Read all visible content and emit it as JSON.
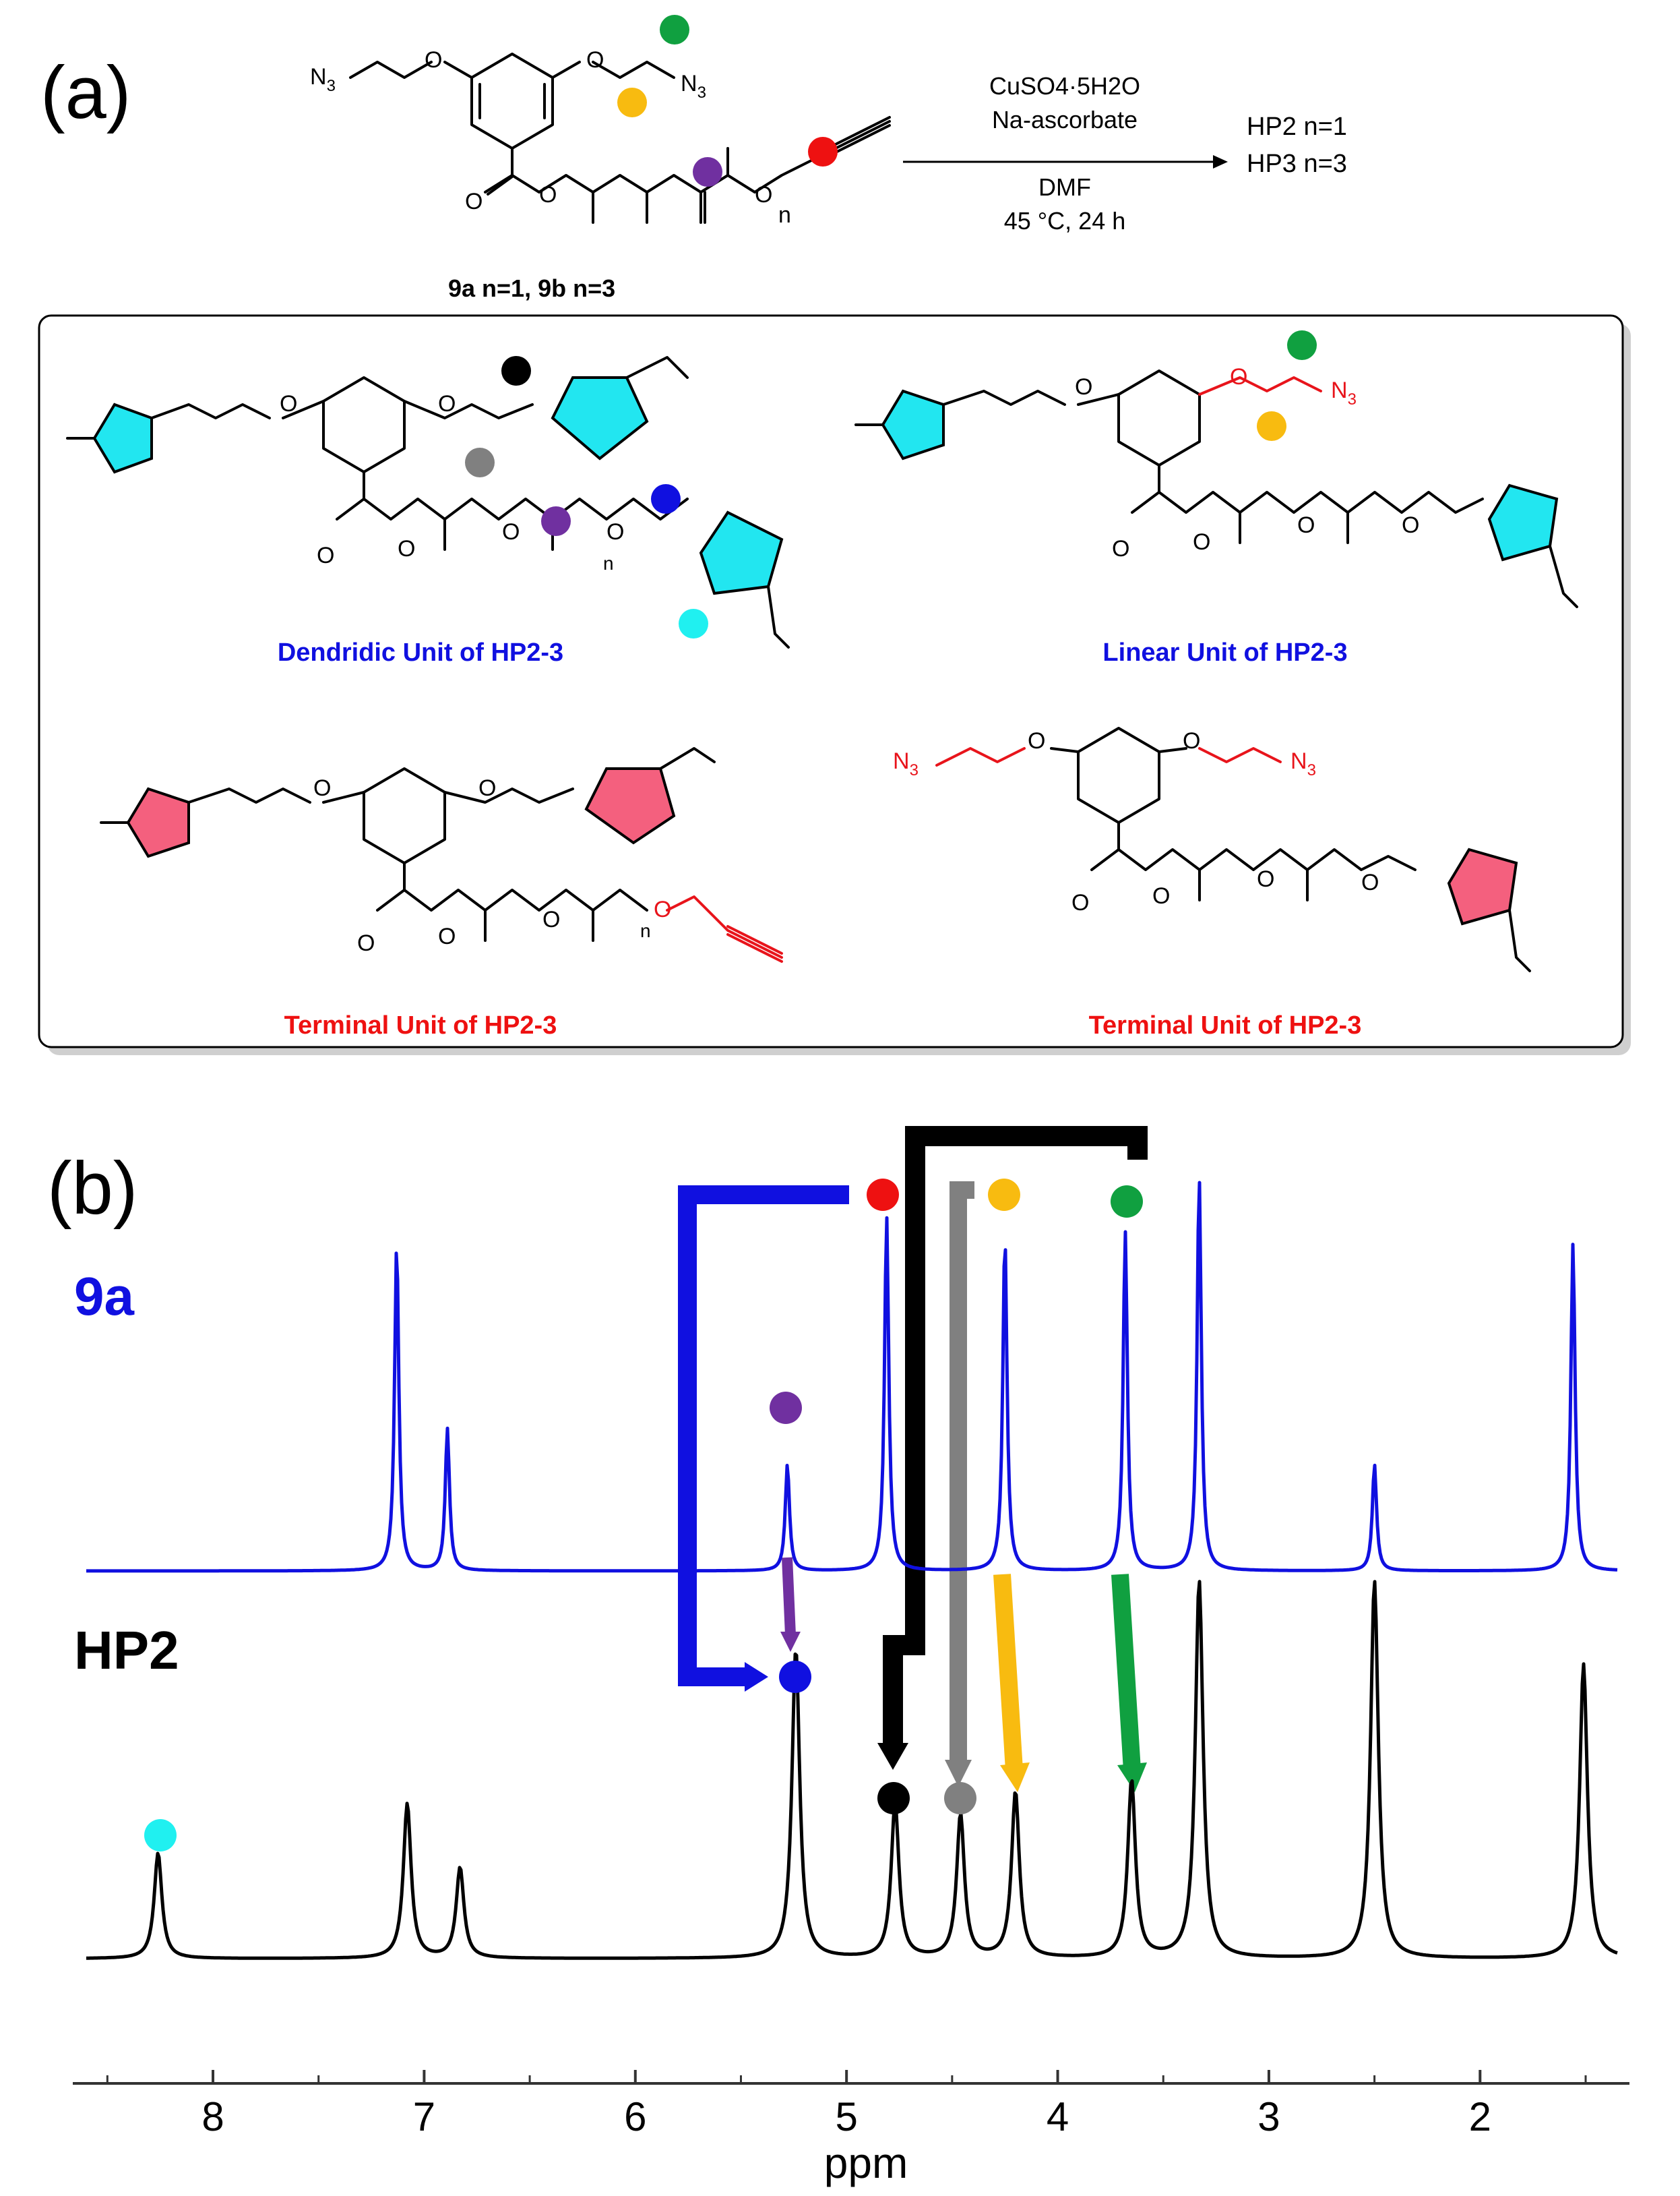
{
  "colors": {
    "blue": "#1010e0",
    "red": "#ee1111",
    "black": "#000000",
    "gray": "#808080",
    "purple": "#7030a0",
    "green": "#10a040",
    "orange": "#f8bb10",
    "cyan": "#20f0f0",
    "triazole_cyan": "#22e6f0",
    "triazole_pink": "#f4607e"
  },
  "panel_a": {
    "label": "(a)",
    "reagent_line1": "CuSO4·5H2O",
    "reagent_line2": "Na-ascorbate",
    "solvent": "DMF",
    "conditions": "45 °C, 24 h",
    "product_1": "HP2 n=1",
    "product_2": "HP3 n=3",
    "starting_material": "9a n=1, 9b n=3",
    "units": [
      {
        "label": "Dendridic Unit of HP2-3",
        "color": "blue"
      },
      {
        "label": "Linear Unit of HP2-3",
        "color": "blue"
      },
      {
        "label": "Terminal Unit of HP2-3",
        "color": "red"
      },
      {
        "label": "Terminal Unit of HP2-3",
        "color": "red"
      }
    ]
  },
  "panel_b": {
    "label": "(b)",
    "trace_top_label": "9a",
    "trace_bottom_label": "HP2",
    "xlabel": "ppm"
  },
  "chart_data": {
    "type": "line",
    "xlabel": "ppm",
    "xlim": [
      8.6,
      1.35
    ],
    "x_ticks": [
      8,
      7,
      6,
      5,
      4,
      3,
      2
    ],
    "series": [
      {
        "name": "9a",
        "peaks": [
          {
            "ppm": 7.13,
            "height": 0.83
          },
          {
            "ppm": 6.89,
            "height": 0.36
          },
          {
            "ppm": 5.28,
            "height": 0.27,
            "marker": "purple"
          },
          {
            "ppm": 4.81,
            "height": 0.9,
            "marker": "red"
          },
          {
            "ppm": 4.25,
            "height": 0.85,
            "marker": "orange"
          },
          {
            "ppm": 3.68,
            "height": 0.86,
            "marker": "green"
          },
          {
            "ppm": 3.33,
            "height": 1.0
          },
          {
            "ppm": 2.5,
            "height": 0.27
          },
          {
            "ppm": 1.56,
            "height": 0.83
          }
        ]
      },
      {
        "name": "HP2",
        "peaks": [
          {
            "ppm": 8.26,
            "height": 0.28,
            "marker": "cyan"
          },
          {
            "ppm": 7.08,
            "height": 0.41
          },
          {
            "ppm": 6.83,
            "height": 0.24
          },
          {
            "ppm": 5.24,
            "height": 0.82,
            "marker": "blue"
          },
          {
            "ppm": 4.77,
            "height": 0.41,
            "marker": "black"
          },
          {
            "ppm": 4.46,
            "height": 0.38,
            "marker": "gray"
          },
          {
            "ppm": 4.2,
            "height": 0.44,
            "marker": "orange"
          },
          {
            "ppm": 3.65,
            "height": 0.47,
            "marker": "green"
          },
          {
            "ppm": 3.33,
            "height": 1.0
          },
          {
            "ppm": 2.5,
            "height": 1.0
          },
          {
            "ppm": 1.51,
            "height": 0.78
          }
        ]
      }
    ]
  }
}
